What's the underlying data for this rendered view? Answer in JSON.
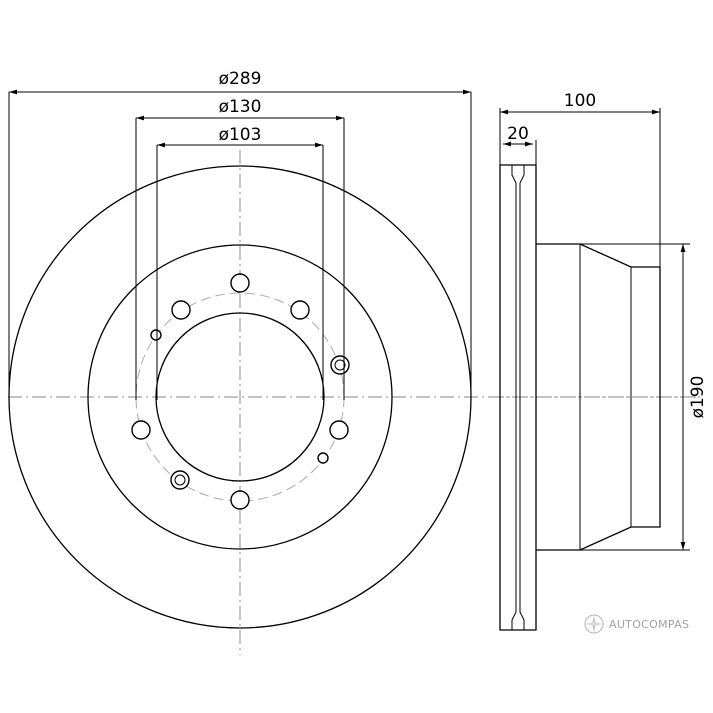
{
  "dimensions": {
    "outer_diameter": "ø289",
    "bolt_circle_diameter": "ø130",
    "center_bore_diameter": "ø103",
    "hat_height": "100",
    "disc_thickness": "20",
    "hat_diameter": "ø190"
  },
  "watermark": {
    "text": "AUTOCOMPAS",
    "icon": "autocompas-logo-icon"
  }
}
